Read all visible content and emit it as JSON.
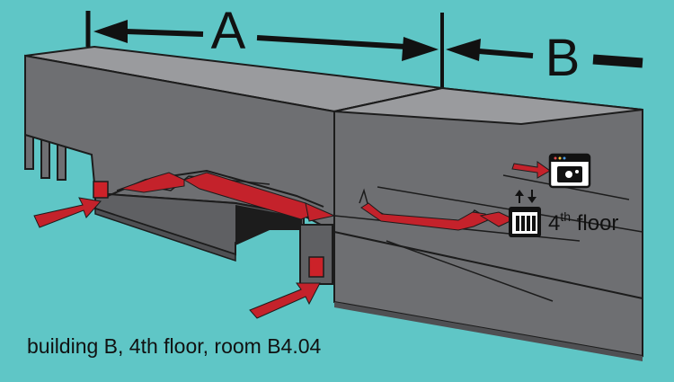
{
  "dimensions": {
    "label_a": "A",
    "label_b": "B"
  },
  "floor_label": {
    "number": "4",
    "suffix": "th",
    "word": " floor"
  },
  "caption": "building  B, 4th floor, room B4.04",
  "icons": {
    "elevator": "elevator-icon",
    "room": "computer-room-icon"
  },
  "colors": {
    "background": "#5fc6c6",
    "building_side": "#6e6f72",
    "building_top": "#9a9b9e",
    "path_red": "#c4222b",
    "entrance_red": "#cc2229",
    "outline": "#1c1c1c"
  }
}
